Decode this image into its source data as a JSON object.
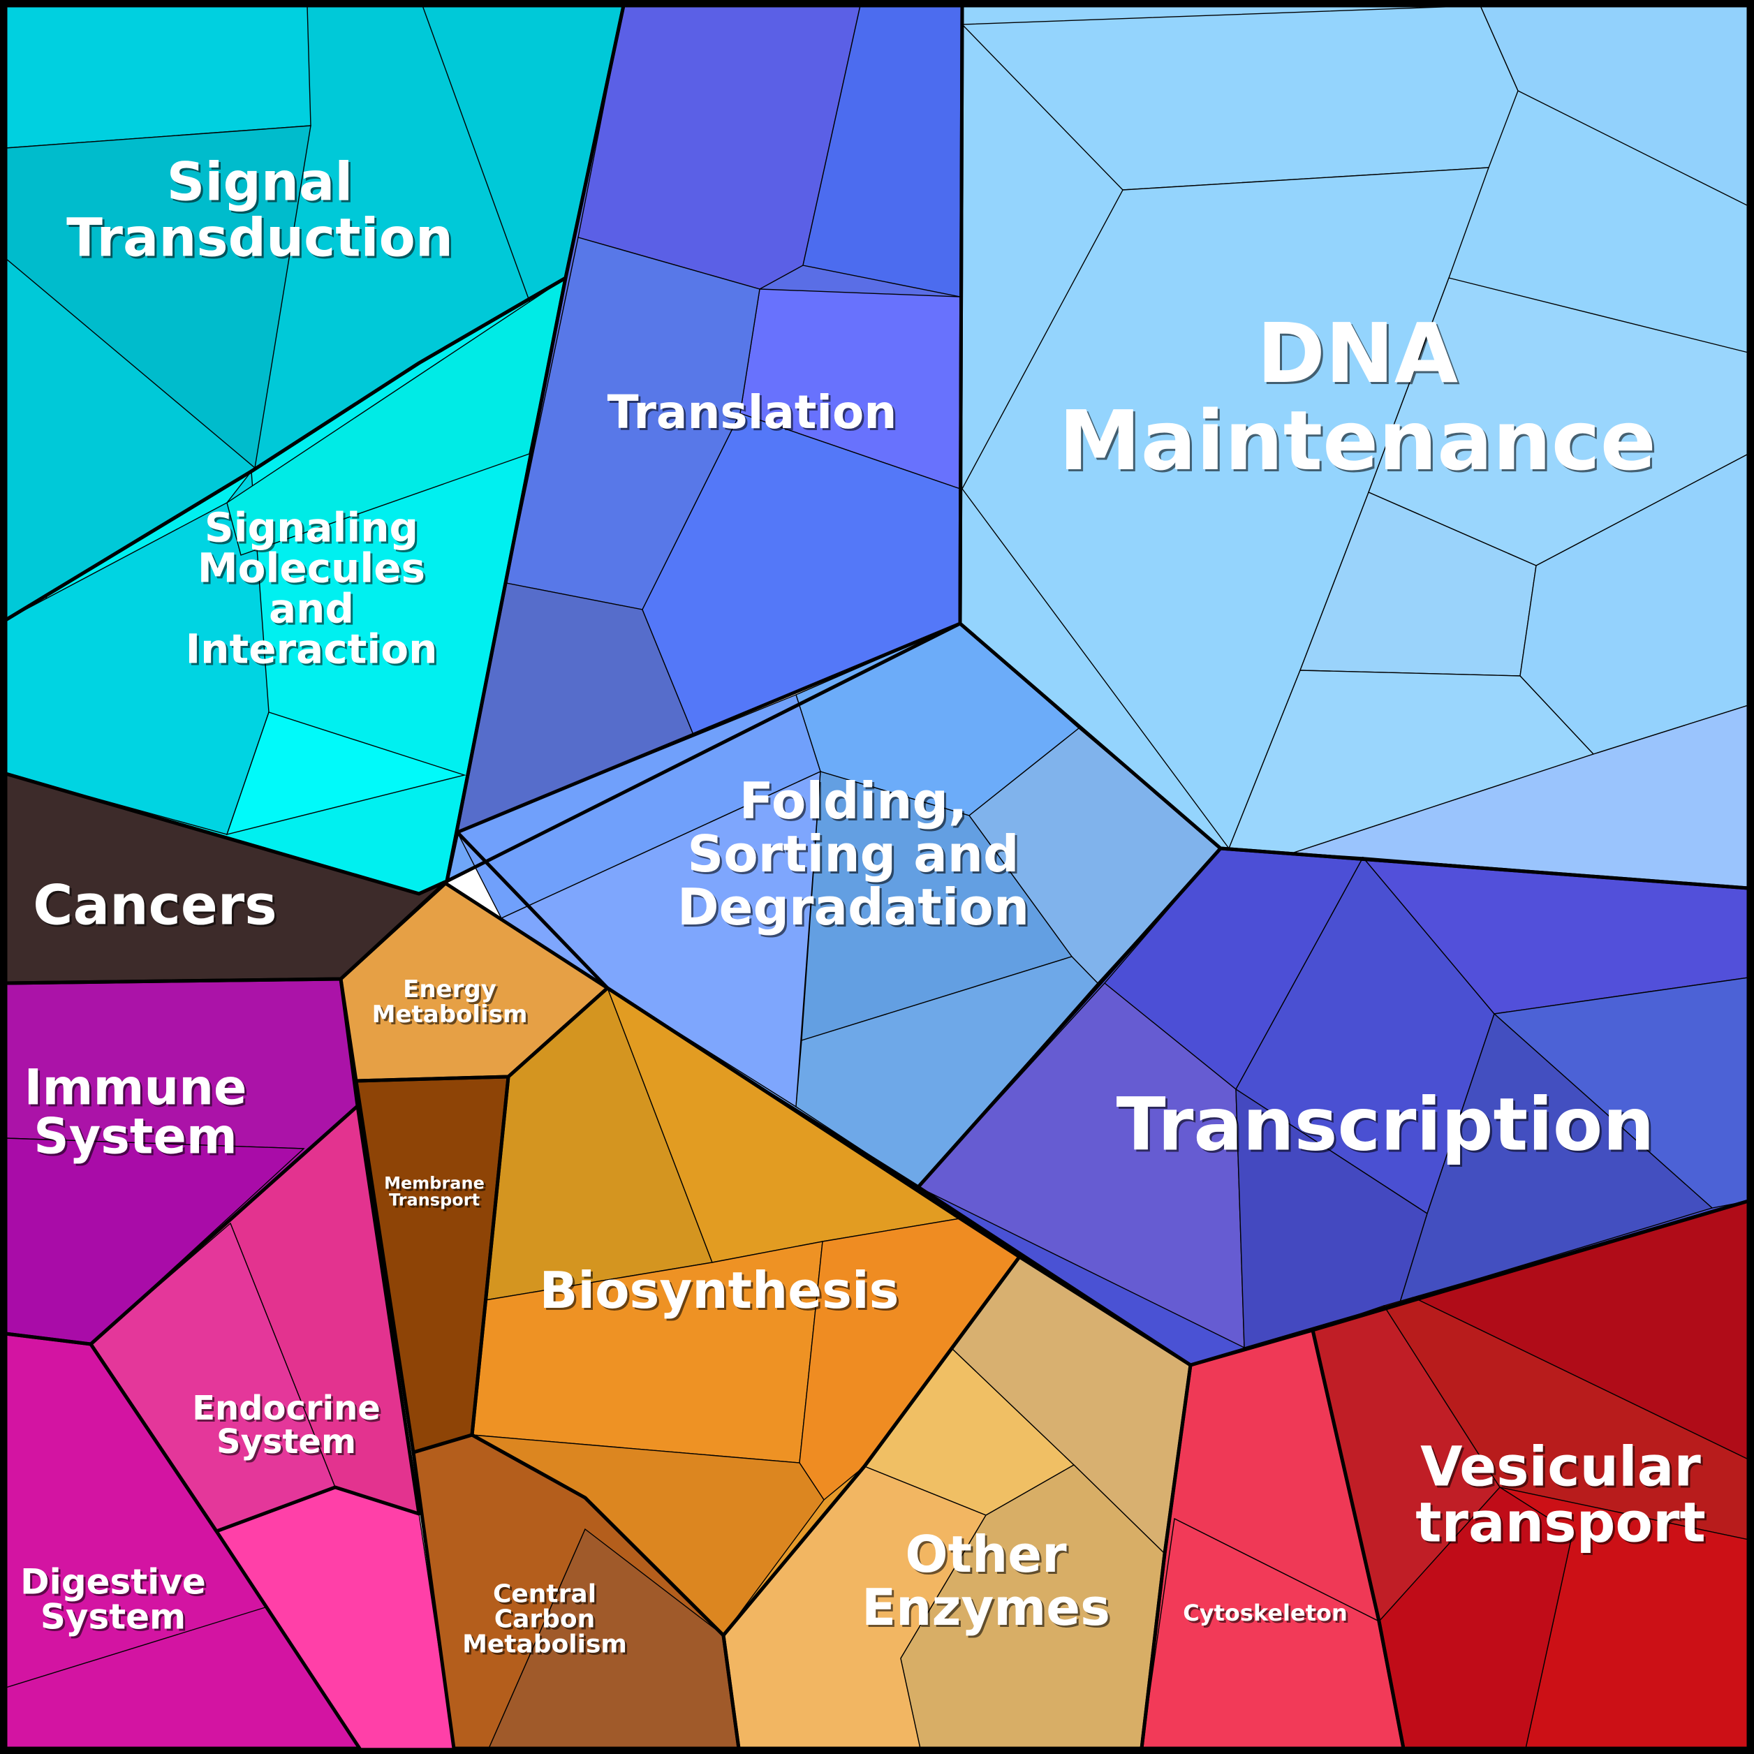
{
  "chart_data": {
    "type": "voronoi-treemap",
    "colors": {
      "signal_transduction": "#00c9d8",
      "signaling_molecules": "#00f0f0",
      "cancers": "#3d2b2a",
      "translation": "#5a6ee6",
      "folding": "#6fa6f8",
      "dna_maintenance": "#94d4fd",
      "transcription": "#4a52d4",
      "immune": "#ab13a8",
      "endocrine": "#e3338f",
      "digestive": "#d314a2",
      "energy": "#e6a045",
      "membrane_transport": "#8e4406",
      "biosynthesis": "#e69a2a",
      "central_carbon": "#b45e1c",
      "other_enzymes": "#e9b968",
      "cytoskeleton": "#ef3956",
      "vesicular": "#c1141f"
    },
    "categories": [
      {
        "key": "signal_transduction",
        "label_lines": [
          "Signal",
          "Transduction"
        ]
      },
      {
        "key": "signaling_molecules",
        "label_lines": [
          "Signaling",
          "Molecules",
          "and",
          "Interaction"
        ]
      },
      {
        "key": "cancers",
        "label_lines": [
          "Cancers"
        ]
      },
      {
        "key": "translation",
        "label_lines": [
          "Translation"
        ]
      },
      {
        "key": "folding",
        "label_lines": [
          "Folding,",
          "Sorting and",
          "Degradation"
        ]
      },
      {
        "key": "dna_maintenance",
        "label_lines": [
          "DNA",
          "Maintenance"
        ]
      },
      {
        "key": "transcription",
        "label_lines": [
          "Transcription"
        ]
      },
      {
        "key": "immune",
        "label_lines": [
          "Immune",
          "System"
        ]
      },
      {
        "key": "endocrine",
        "label_lines": [
          "Endocrine",
          "System"
        ]
      },
      {
        "key": "digestive",
        "label_lines": [
          "Digestive",
          "System"
        ]
      },
      {
        "key": "energy",
        "label_lines": [
          "Energy",
          "Metabolism"
        ]
      },
      {
        "key": "membrane_transport",
        "label_lines": [
          "Membrane",
          "Transport"
        ]
      },
      {
        "key": "biosynthesis",
        "label_lines": [
          "Biosynthesis"
        ]
      },
      {
        "key": "central_carbon",
        "label_lines": [
          "Central",
          "Carbon",
          "Metabolism"
        ]
      },
      {
        "key": "other_enzymes",
        "label_lines": [
          "Other",
          "Enzymes"
        ]
      },
      {
        "key": "cytoskeleton",
        "label_lines": [
          "Cytoskeleton"
        ]
      },
      {
        "key": "vesicular",
        "label_lines": [
          "Vesicular",
          "transport"
        ]
      }
    ]
  }
}
